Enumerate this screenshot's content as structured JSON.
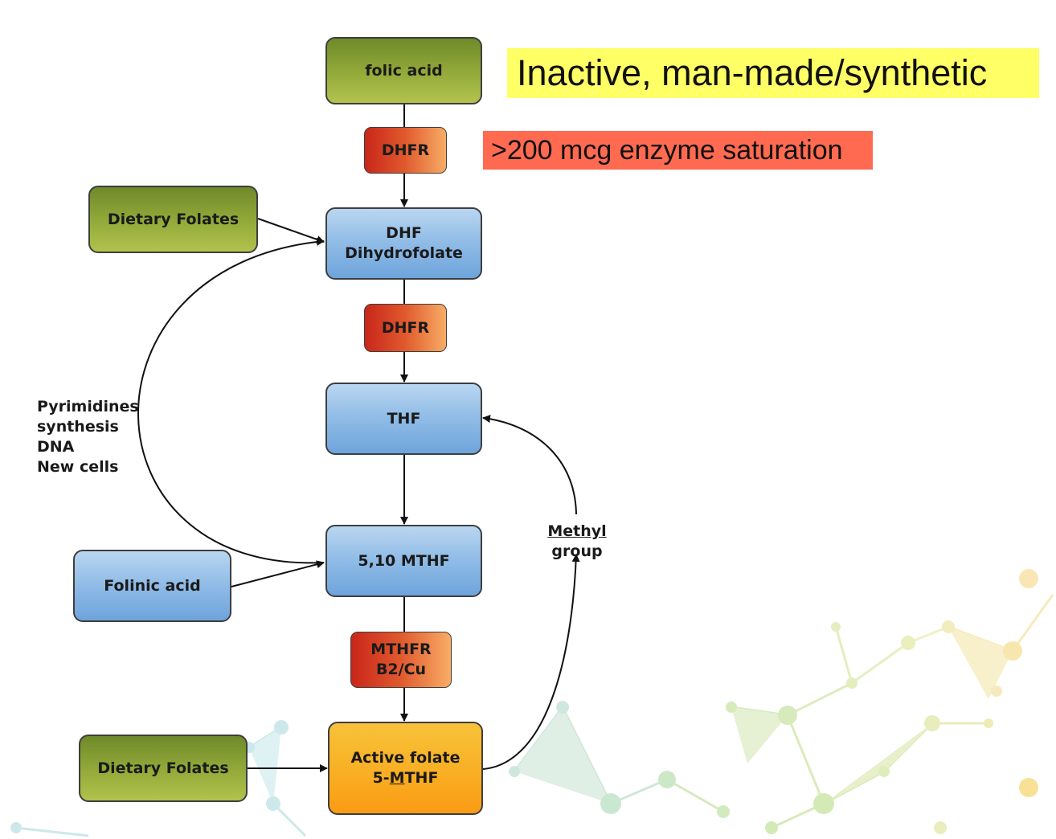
{
  "colors": {
    "green_box": "#94ab3a",
    "blue_box": "#8fbbe6",
    "enzyme": "#e05a2e",
    "active": "#f9ad22",
    "banner_yellow": "#ffff66",
    "banner_red": "#ff6a50"
  },
  "banners": {
    "inactive": "Inactive, man-made/synthetic",
    "saturation": ">200 mcg enzyme saturation"
  },
  "nodes": {
    "folic_acid": "folic acid",
    "dhfr_1": "DHFR",
    "dietary_folates_top": "Dietary Folates",
    "dhf": {
      "line1": "DHF",
      "line2": "Dihydrofolate"
    },
    "dhfr_2": "DHFR",
    "thf": "THF",
    "mthf_510": "5,10 MTHF",
    "folinic_acid": "Folinic acid",
    "mthfr": {
      "line1": "MTHFR",
      "line2": "B2/Cu"
    },
    "dietary_folates_bottom": "Dietary Folates",
    "active_folate": {
      "line1": "Active folate",
      "line2_pre": "5-",
      "line2_u": "M",
      "line2_post": "THF"
    }
  },
  "labels": {
    "pyrimidines": [
      "Pyrimidines",
      "synthesis",
      "DNA",
      "New cells"
    ],
    "methyl": "Methyl",
    "group": "group"
  }
}
